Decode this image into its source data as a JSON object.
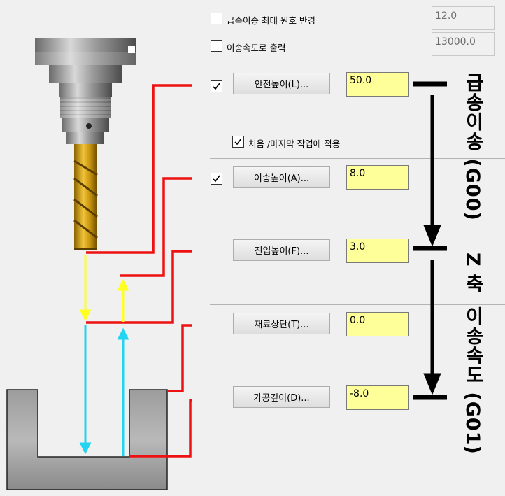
{
  "top_options": [
    {
      "label": "급속이송 최대 원호 반경",
      "checked": false,
      "value": "12.0"
    },
    {
      "label": "이송속도로 출력",
      "checked": false,
      "value": "13000.0"
    }
  ],
  "params": [
    {
      "button": "안전높이(L)...",
      "value": "50.0",
      "checked": true
    },
    {
      "button": "이송높이(A)...",
      "value": "8.0",
      "checked": true
    },
    {
      "button": "진입높이(F)...",
      "value": "3.0"
    },
    {
      "button": "재료상단(T)...",
      "value": "0.0"
    },
    {
      "button": "가공깊이(D)...",
      "value": "-8.0"
    }
  ],
  "first_last_option": {
    "label": "처음 /마지막 작업에 적용",
    "checked": true
  },
  "side_labels": {
    "rapid": "급송이송 (G00)",
    "zaxis": "Z 축",
    "feed": "이송속도 (G01)"
  },
  "colors": {
    "field": "#ffff99",
    "red": "#ee1111",
    "yellow": "#ffff22",
    "cyan": "#22d4f0"
  }
}
